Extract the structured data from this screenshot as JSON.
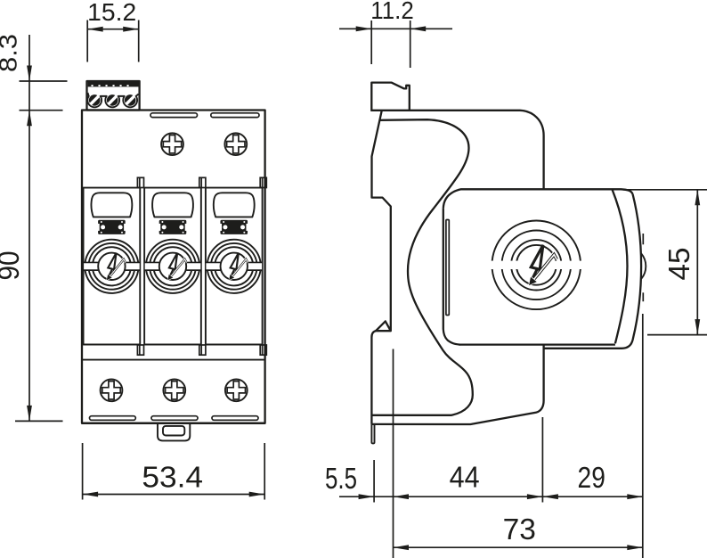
{
  "drawing": {
    "type": "technical-dimension-drawing",
    "subject": "three-pole surge protection device, front view and side view",
    "colors": {
      "line": "#1d1d1b",
      "background": "#ffffff"
    },
    "front_view": {
      "dim_terminal_width": "15.2",
      "dim_terminal_height": "8.3",
      "dim_body_height": "90",
      "dim_body_width": "53.4"
    },
    "side_view": {
      "dim_terminal_depth": "11.2",
      "dim_module_height": "45",
      "dim_rail_offset": "5.5",
      "dim_base_depth": "44",
      "dim_module_protrusion": "29",
      "dim_total_depth": "73"
    }
  }
}
